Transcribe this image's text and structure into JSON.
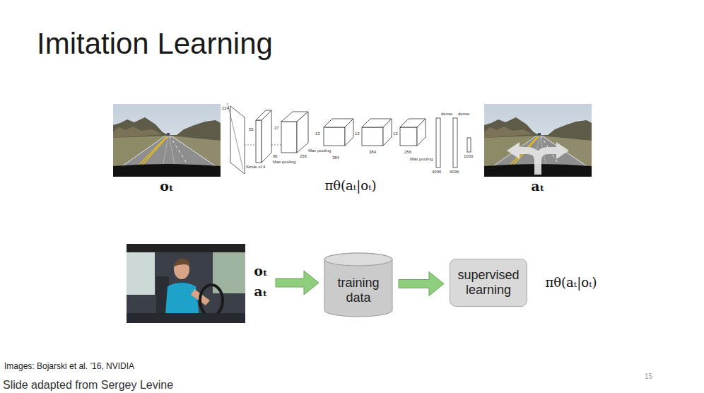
{
  "diagram": {
    "title": "Imitation Learning",
    "nodes": [
      {
        "text": [
          "training data"
        ]
      },
      {
        "text": [
          "supervised learning"
        ]
      }
    ],
    "edges": [
      {
        "from": 0,
        "to": 1,
        "arrow": "to"
      }
    ],
    "labels": [
      "oₜ",
      "πθ(aₜ|oₜ)",
      "aₜ",
      "224",
      "55",
      "Stride of 4",
      "96",
      "27",
      "Max pooling",
      "256",
      "13",
      "Max pooling",
      "384",
      "13",
      "384",
      "13",
      "256",
      "Max pooling",
      "dense",
      "dense",
      "4096",
      "4096",
      "1000",
      "oₜ",
      "aₜ",
      "πθ(aₜ|oₜ)",
      "Images: Bojarski et al. ’16, NVIDIA",
      "15",
      "Slide adapted from Sergey Levine"
    ]
  }
}
